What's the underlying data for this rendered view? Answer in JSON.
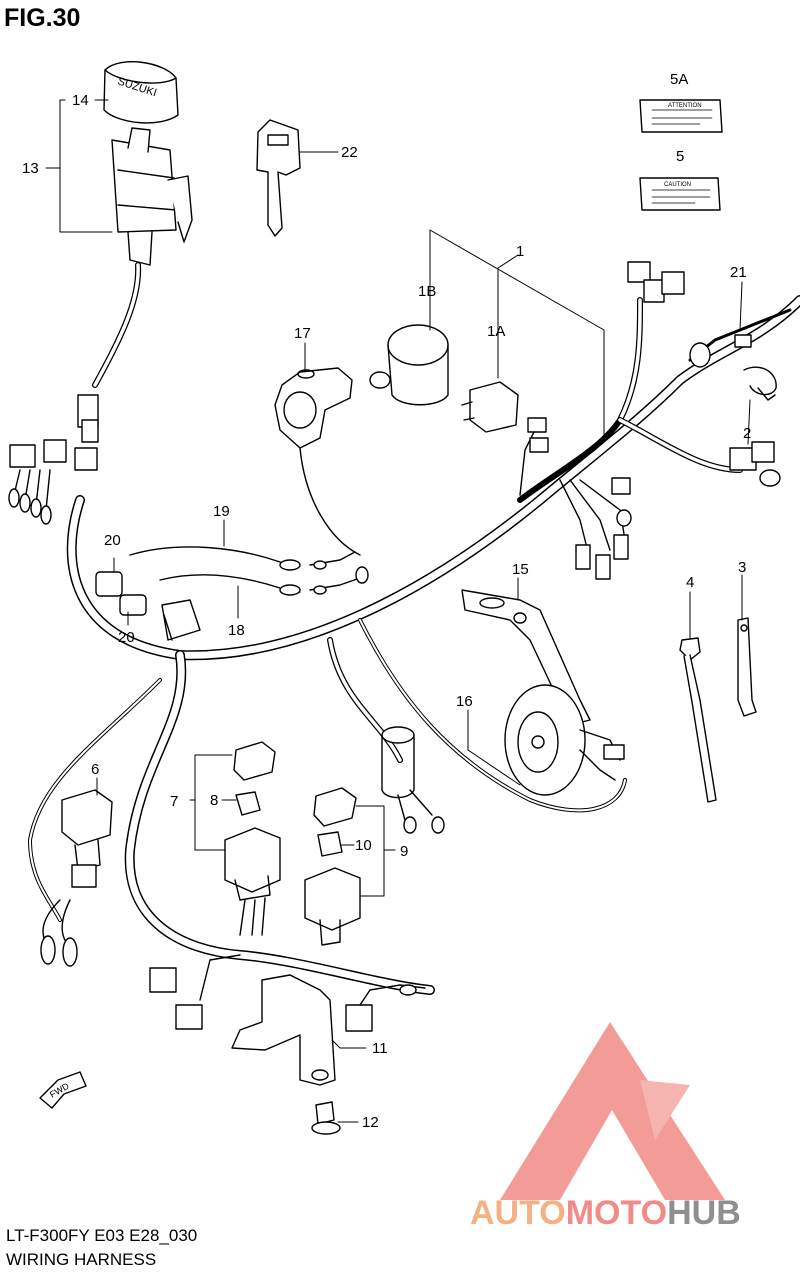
{
  "figure": {
    "title": "FIG.30",
    "model_line": "LT-F300FY E03 E28_030",
    "name": "WIRING HARNESS"
  },
  "callouts": {
    "c1": "1",
    "c1A": "1A",
    "c1B": "1B",
    "c2": "2",
    "c3": "3",
    "c4": "4",
    "c5": "5",
    "c5A": "5A",
    "c6": "6",
    "c7": "7",
    "c8": "8",
    "c9": "9",
    "c10": "10",
    "c11": "11",
    "c12": "12",
    "c13": "13",
    "c14": "14",
    "c15": "15",
    "c16": "16",
    "c17": "17",
    "c18": "18",
    "c19": "19",
    "c20a": "20",
    "c20b": "20",
    "c21": "21",
    "c22": "22"
  },
  "part_text": {
    "cap_brand": "SUZUKI",
    "label_5A": "ATTENTION",
    "label_5": "CAUTION",
    "fwd": "FWD"
  },
  "watermark": {
    "auto": "AUTO",
    "moto": "MOTO",
    "hub": "HUB",
    "color_auto": "#f5b183",
    "color_moto": "#f28b86",
    "color_hub": "#8f8f8f",
    "logo_color": "#f28b86"
  }
}
